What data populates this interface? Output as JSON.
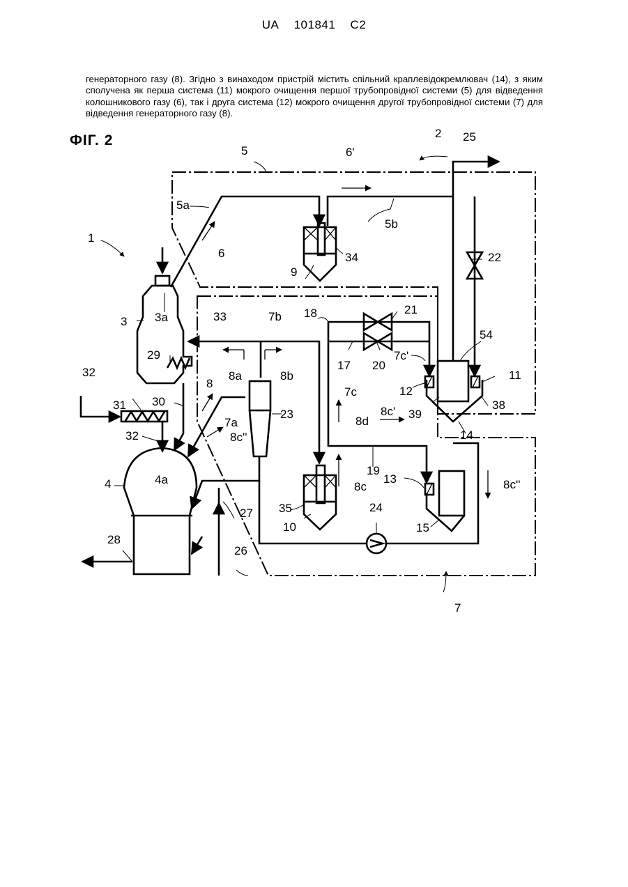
{
  "header": {
    "country": "UA",
    "number": "101841",
    "kind": "C2"
  },
  "paragraph": "генераторного газу (8). Згідно з винаходом пристрій містить спільний краплевідокремлювач (14), з яким сполучена як перша система (11) мокрого очищення першої трубопровідної системи (5) для відведення колошникового газу (6), так і друга система (12) мокрого очищення другої трубопровідної системи (7) для відведення генераторного газу (8).",
  "figure": {
    "title": "ФІГ. 2",
    "labels": {
      "l1": "1",
      "l2": "2",
      "l3": "3",
      "l3a": "3a",
      "l4": "4",
      "l4a": "4a",
      "l5": "5",
      "l5a": "5a",
      "l5b": "5b",
      "l6": "6",
      "l6p": "6'",
      "l7": "7",
      "l7a": "7a",
      "l7b": "7b",
      "l7c": "7c",
      "l7cp": "7c'",
      "l8": "8",
      "l8a": "8a",
      "l8b": "8b",
      "l8c": "8c",
      "l8cp": "8c'",
      "l8cpp1": "8c''",
      "l8cpp2": "8c''",
      "l8d": "8d",
      "l9": "9",
      "l10": "10",
      "l11": "11",
      "l12": "12",
      "l13": "13",
      "l14": "14",
      "l15": "15",
      "l17": "17",
      "l18": "18",
      "l19": "19",
      "l20": "20",
      "l21": "21",
      "l22": "22",
      "l23": "23",
      "l24": "24",
      "l25": "25",
      "l26": "26",
      "l27": "27",
      "l28": "28",
      "l29": "29",
      "l30": "30",
      "l31": "31",
      "l32a": "32",
      "l32b": "32",
      "l33": "33",
      "l34": "34",
      "l35": "35",
      "l38": "38",
      "l39": "39",
      "l54": "54"
    }
  }
}
